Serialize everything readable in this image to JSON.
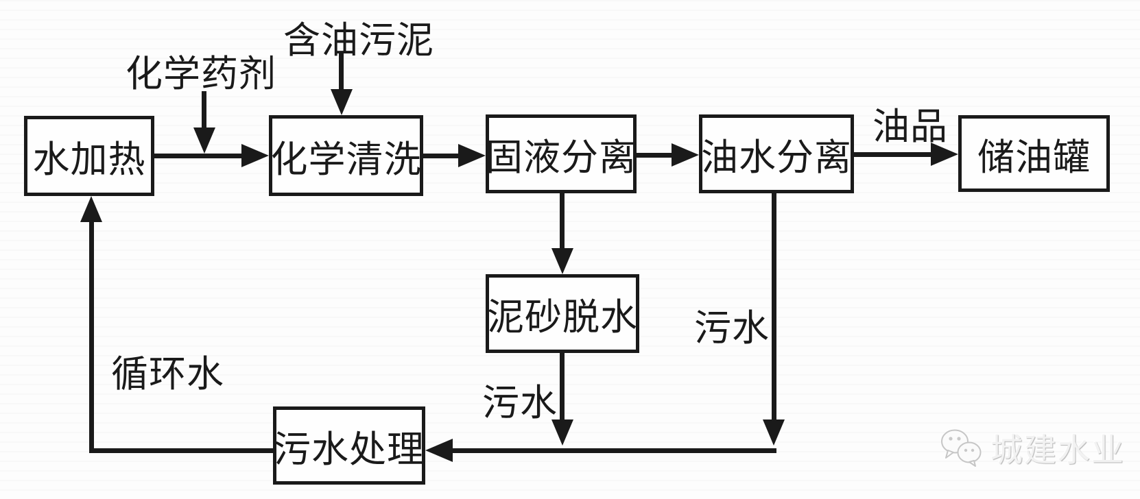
{
  "diagram": {
    "nodes": {
      "water_heating": "水加热",
      "chemical_cleaning": "化学清洗",
      "solid_liquid_separation": "固液分离",
      "oil_water_separation": "油水分离",
      "oil_storage_tank": "储油罐",
      "sediment_dewatering": "泥砂脱水",
      "sewage_treatment": "污水处理"
    },
    "flow_labels": {
      "chemical_agent": "化学药剂",
      "oily_sludge": "含油污泥",
      "oil_product": "油品",
      "sewage_right": "污水",
      "sewage_left": "污水",
      "circulating_water": "循环水"
    },
    "edges": [
      {
        "from": "水加热",
        "to": "化学清洗",
        "label": ""
      },
      {
        "from": "化学药剂",
        "to": "化学清洗",
        "label": ""
      },
      {
        "from": "含油污泥",
        "to": "化学清洗",
        "label": ""
      },
      {
        "from": "化学清洗",
        "to": "固液分离",
        "label": ""
      },
      {
        "from": "固液分离",
        "to": "油水分离",
        "label": ""
      },
      {
        "from": "油水分离",
        "to": "储油罐",
        "label": "油品"
      },
      {
        "from": "固液分离",
        "to": "泥砂脱水",
        "label": ""
      },
      {
        "from": "泥砂脱水",
        "to": "污水处理",
        "label": "污水"
      },
      {
        "from": "油水分离",
        "to": "污水处理",
        "label": "污水"
      },
      {
        "from": "污水处理",
        "to": "水加热",
        "label": "循环水"
      }
    ],
    "colors": {
      "line": "#1a1a1a",
      "background": "#fdfdfd",
      "watermark": "#f2f2f2"
    }
  },
  "watermark": {
    "text": "城建水业",
    "icon": "wechat-icon"
  }
}
